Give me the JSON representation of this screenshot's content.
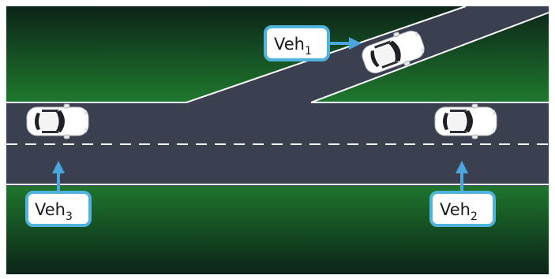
{
  "labels": {
    "veh1": {
      "name": "Veh",
      "sub": "1"
    },
    "veh2": {
      "name": "Veh",
      "sub": "2"
    },
    "veh3": {
      "name": "Veh",
      "sub": "3"
    }
  },
  "colors": {
    "grass_top": "#0f2a1c",
    "grass_mid": "#1d6e2c",
    "grass_bottom": "#0f2a1c",
    "road": "#3b4050",
    "road_edge": "#ffffff",
    "lane_dash": "#ffffff",
    "label_border": "#4fb3dc",
    "label_fill": "#ffffff",
    "arrow": "#4aa6dc",
    "car_body": "#ffffff",
    "car_glass": "#1e2026"
  }
}
